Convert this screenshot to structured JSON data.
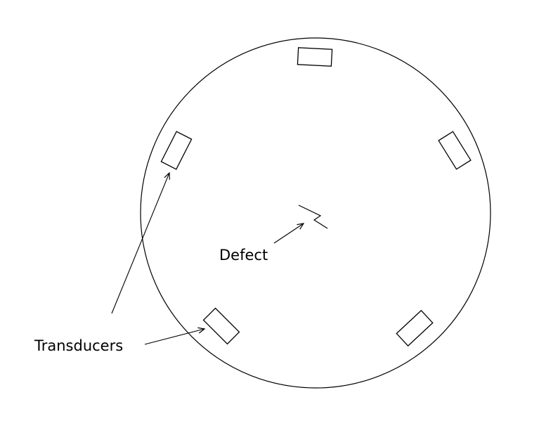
{
  "labels": {
    "defect": "Defect",
    "transducers": "Transducers"
  },
  "style": {
    "stroke_color": "#000000",
    "background": "#ffffff"
  },
  "diagram": {
    "transducer_count": 5,
    "defect_count": 1
  }
}
